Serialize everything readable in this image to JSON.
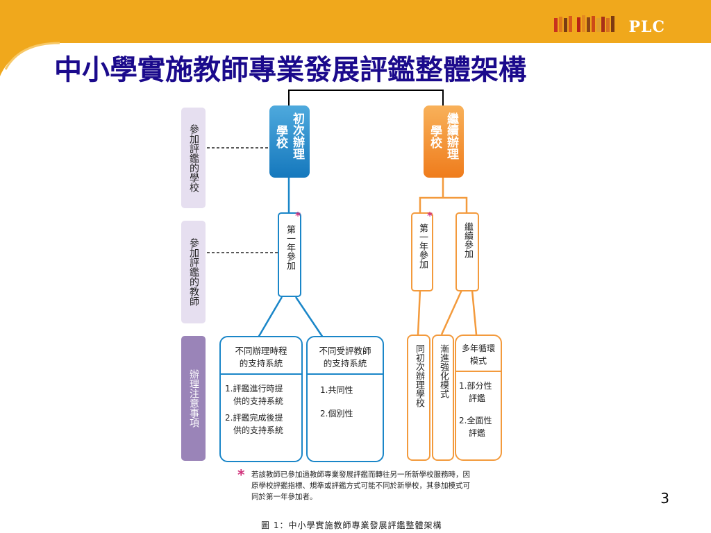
{
  "slide": {
    "title": "中小學實施教師專業發展評鑑整體架構",
    "logo_text": "PLC",
    "page_number": "3"
  },
  "colors": {
    "gold": "#f0a81c",
    "title_navy": "#1b0a8c",
    "blue": "#1a86c8",
    "orange": "#f39a3c",
    "purple_light": "#e6dff0",
    "purple_dark": "#9a84b8",
    "star_pink": "#d0307a"
  },
  "left_labels": {
    "schools": "參加評鑑的學校",
    "teachers": "參加評鑑的教師",
    "notes": "辦理注意事項"
  },
  "first_time": {
    "header_a": "初次辦理",
    "header_b": "學校",
    "teacher_box": "第一年參加",
    "box1": {
      "title_line1": "不同辦理時程",
      "title_line2": "的支持系統",
      "item1_line1": "1.評鑑進行時提",
      "item1_line2": "供的支持系統",
      "item2_line1": "2.評鑑完成後提",
      "item2_line2": "供的支持系統"
    },
    "box2": {
      "title_line1": "不同受評教師",
      "title_line2": "的支持系統",
      "item1": "1.共同性",
      "item2": "2.個別性"
    }
  },
  "continuing": {
    "header_a": "繼續辦理",
    "header_b": "學校",
    "teacher_box1": "第一年參加",
    "teacher_box2": "繼續參加",
    "bottom1": "同初次辦理學校",
    "bottom2": "漸進強化模式",
    "bottom3": {
      "title_line1": "多年循環",
      "title_line2": "模式",
      "item1_line1": "1.部分性",
      "item1_line2": "評鑑",
      "item2_line1": "2.全面性",
      "item2_line2": "評鑑"
    }
  },
  "footnote": {
    "star": "*",
    "line1": "若該教師已參加過教師專業發展評鑑而轉往另一所新學校服務時，因",
    "line2": "原學校評鑑指標、規準或評鑑方式可能不同於新學校，其參加模式可",
    "line3": "同於第一年參加者。"
  },
  "caption": "圖 1：中小學實施教師專業發展評鑑整體架構",
  "icons": {
    "pencils": "pencils-icon",
    "star": "star-icon"
  }
}
